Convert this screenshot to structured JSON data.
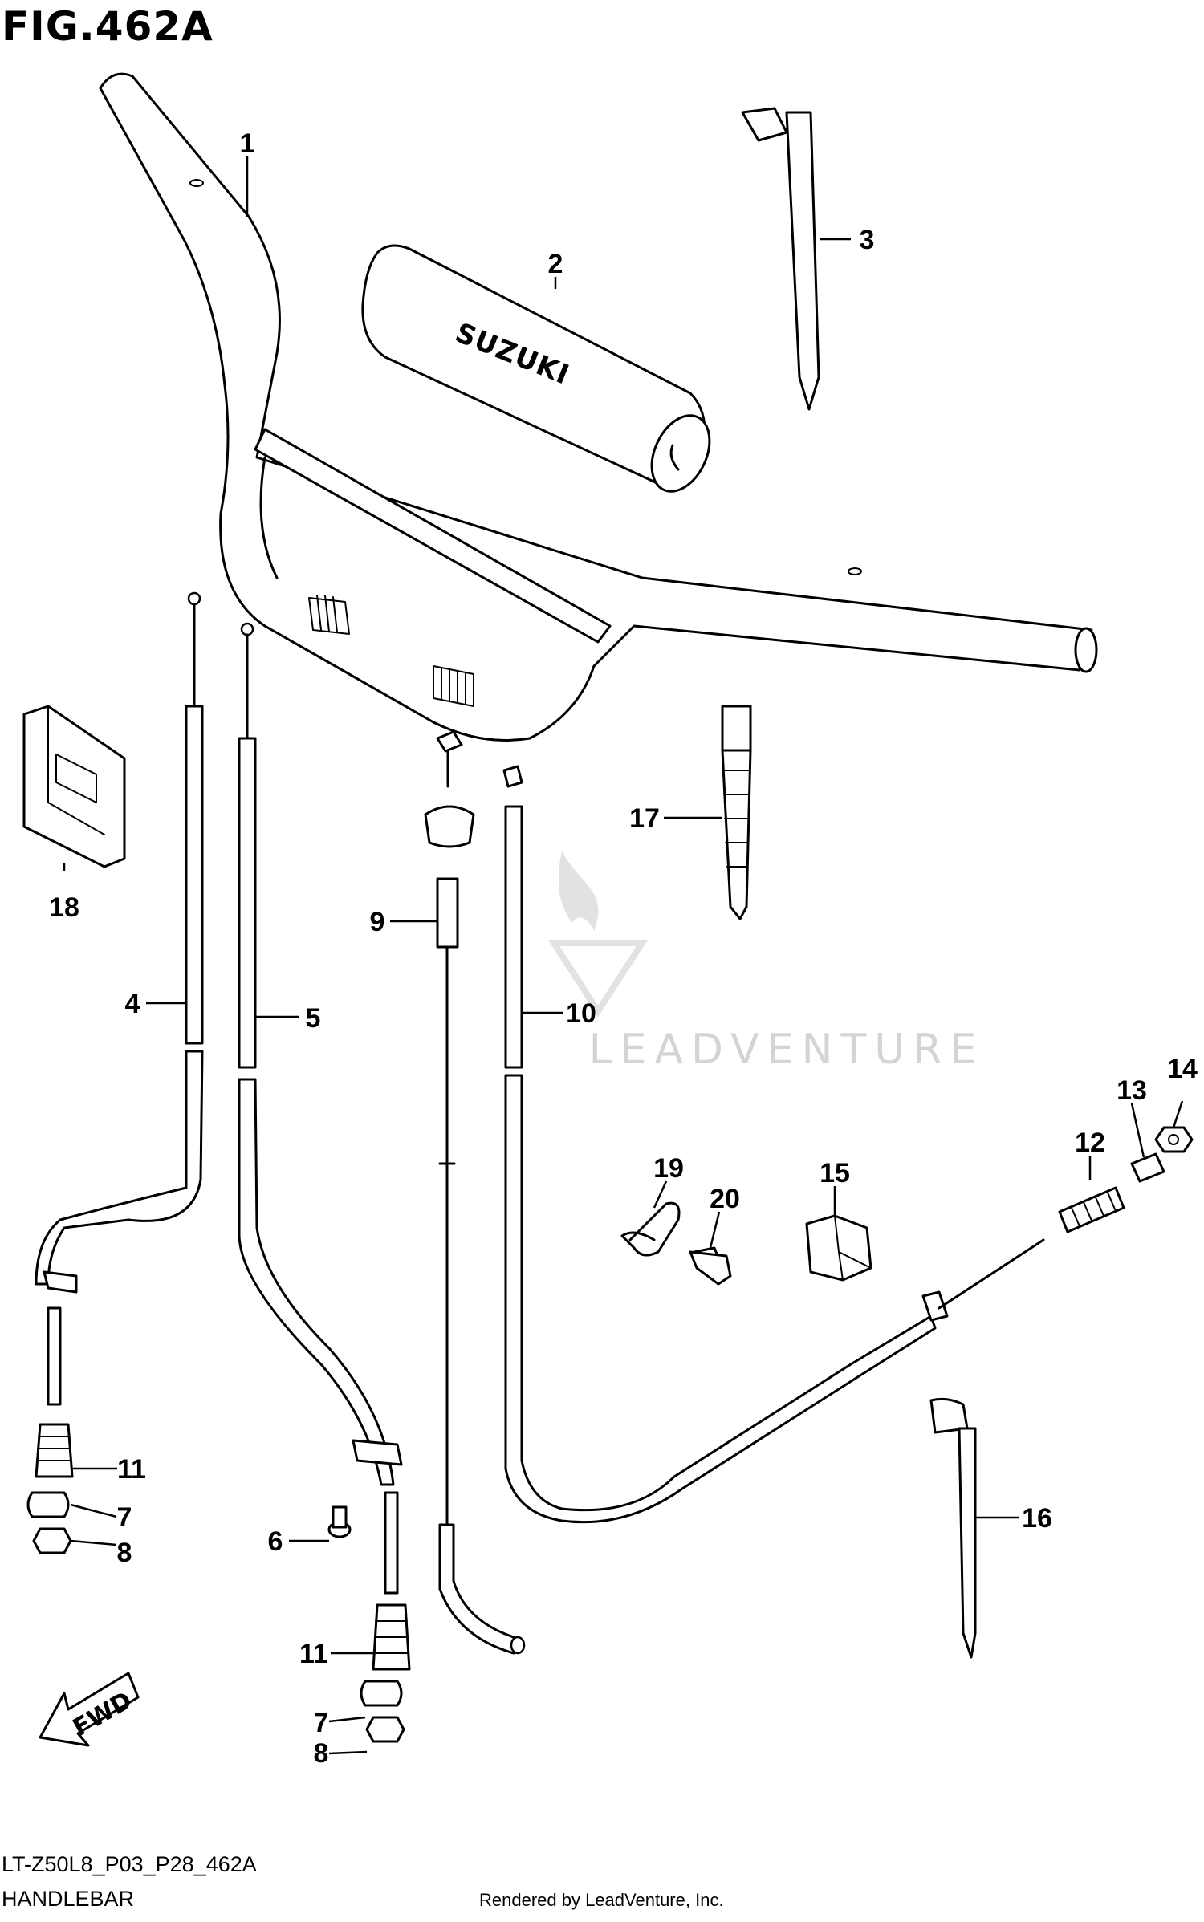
{
  "figure": {
    "title": "FIG.462A",
    "code": "LT-Z50L8_P03_P28_462A",
    "name": "HANDLEBAR",
    "credit": "Rendered by LeadVenture, Inc.",
    "watermark": "LEADVENTURE"
  },
  "decals": {
    "pad_brand": "SUZUKI",
    "direction_arrow": "FWD"
  },
  "callouts": [
    {
      "id": "c1",
      "label": "1"
    },
    {
      "id": "c2",
      "label": "2"
    },
    {
      "id": "c3",
      "label": "3"
    },
    {
      "id": "c4",
      "label": "4"
    },
    {
      "id": "c5",
      "label": "5"
    },
    {
      "id": "c6",
      "label": "6"
    },
    {
      "id": "c7a",
      "label": "7"
    },
    {
      "id": "c7b",
      "label": "7"
    },
    {
      "id": "c8a",
      "label": "8"
    },
    {
      "id": "c8b",
      "label": "8"
    },
    {
      "id": "c9",
      "label": "9"
    },
    {
      "id": "c10",
      "label": "10"
    },
    {
      "id": "c11a",
      "label": "11"
    },
    {
      "id": "c11b",
      "label": "11"
    },
    {
      "id": "c12",
      "label": "12"
    },
    {
      "id": "c13",
      "label": "13"
    },
    {
      "id": "c14",
      "label": "14"
    },
    {
      "id": "c15",
      "label": "15"
    },
    {
      "id": "c16",
      "label": "16"
    },
    {
      "id": "c17",
      "label": "17"
    },
    {
      "id": "c18",
      "label": "18"
    },
    {
      "id": "c19",
      "label": "19"
    },
    {
      "id": "c20",
      "label": "20"
    }
  ]
}
